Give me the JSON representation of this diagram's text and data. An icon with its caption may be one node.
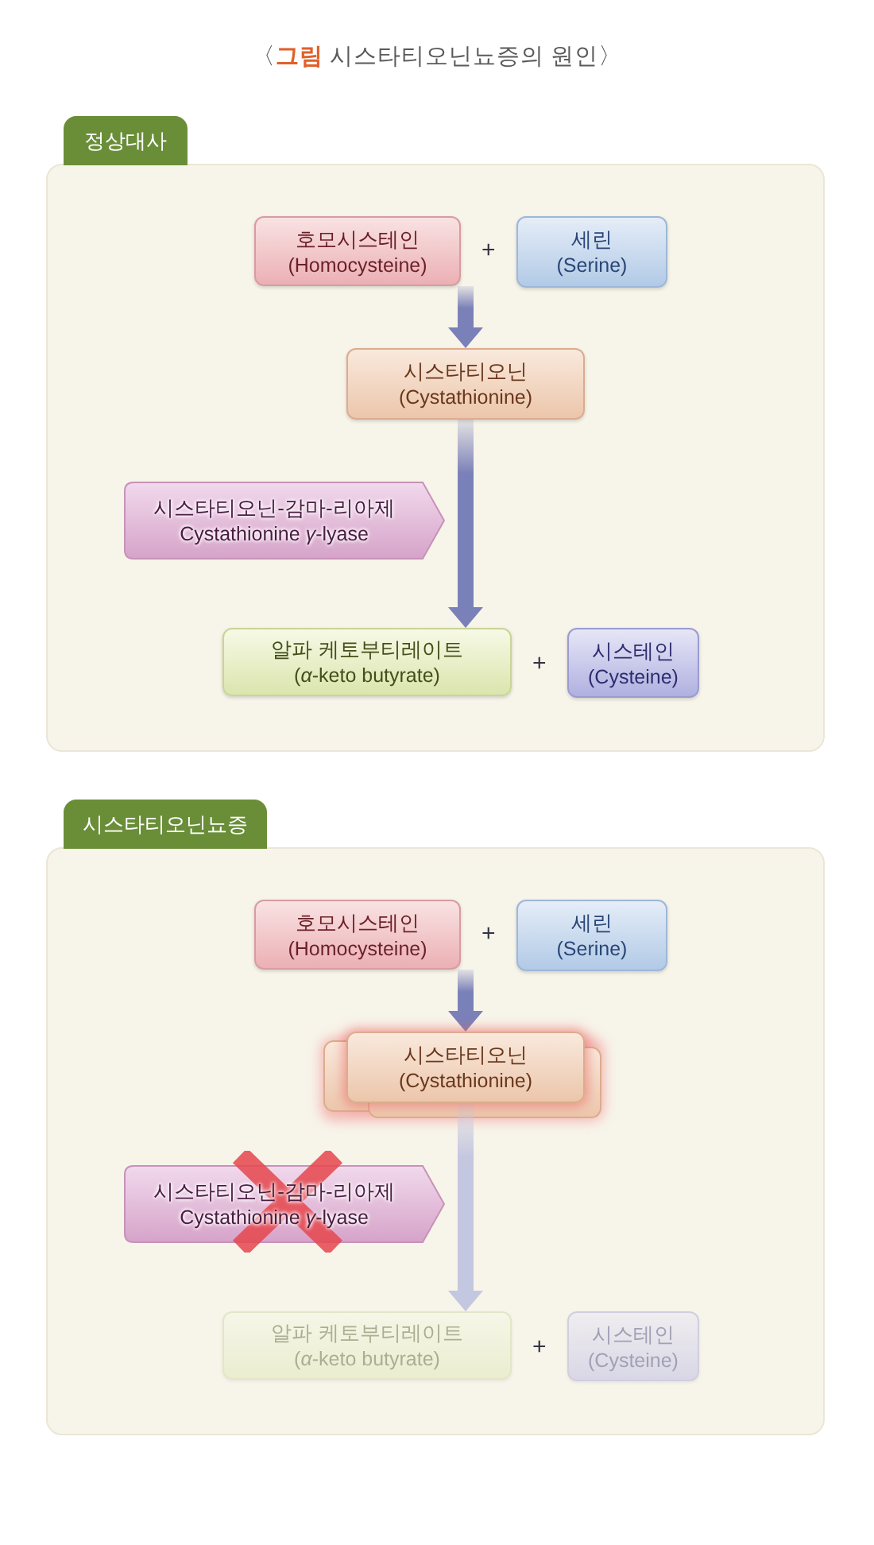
{
  "diagram": {
    "title": "〈**그림** 시스타티오닌뇨증의 원인〉",
    "nodes": [
      {
        "text": [
          "정상대사"
        ]
      },
      {
        "text": [
          "호모시스테인",
          "(Homocysteine)"
        ],
        "in": 0
      },
      {
        "text": [
          "세린",
          "(Serine)"
        ],
        "in": 0
      },
      {
        "text": [
          "시스타티오닌",
          "(Cystathionine)"
        ],
        "in": 0
      },
      {
        "text": [
          "시스타티오닌-감마-리아제",
          "Cystathionine *γ*-lyase"
        ],
        "in": 0
      },
      {
        "text": [
          "알파 케토부티레이트",
          "(*α*-keto butyrate)"
        ],
        "in": 0
      },
      {
        "text": [
          "시스테인",
          "(Cysteine)"
        ],
        "in": 0
      },
      {
        "text": [
          "시스타티오닌뇨증"
        ]
      },
      {
        "text": [
          "호모시스테인",
          "(Homocysteine)"
        ],
        "in": 7
      },
      {
        "text": [
          "세린",
          "(Serine)"
        ],
        "in": 7
      },
      {
        "text": [
          "시스타티오닌",
          "(Cystathionine)"
        ],
        "in": 7
      },
      {
        "text": [
          "시스타티오닌-감마-리아제",
          "Cystathionine *γ*-lyase"
        ],
        "in": 7
      },
      {
        "text": [
          "알파 케토부티레이트",
          "(*α*-keto butyrate)"
        ],
        "in": 7
      },
      {
        "text": [
          "시스테인",
          "(Cysteine)"
        ],
        "in": 7
      }
    ],
    "edges": [
      {
        "from": 1,
        "to": 3,
        "arrow": "to"
      },
      {
        "from": 3,
        "to": 5,
        "arrow": "to"
      },
      {
        "from": 8,
        "to": 10,
        "arrow": "to"
      },
      {
        "from": 10,
        "to": 12,
        "arrow": "to",
        "color": "#c4c7e0"
      }
    ],
    "labels": [
      "+",
      "+",
      "+",
      "+"
    ]
  }
}
